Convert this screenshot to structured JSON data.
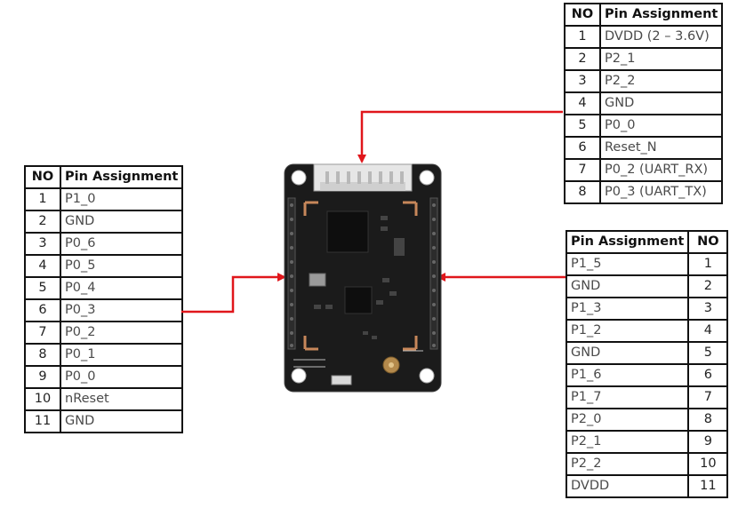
{
  "tables": {
    "left": {
      "headers": [
        "NO",
        "Pin Assignment"
      ],
      "rows": [
        [
          "1",
          "P1_0"
        ],
        [
          "2",
          "GND"
        ],
        [
          "3",
          "P0_6"
        ],
        [
          "4",
          "P0_5"
        ],
        [
          "5",
          "P0_4"
        ],
        [
          "6",
          "P0_3"
        ],
        [
          "7",
          "P0_2"
        ],
        [
          "8",
          "P0_1"
        ],
        [
          "9",
          "P0_0"
        ],
        [
          "10",
          "nReset"
        ],
        [
          "11",
          "GND"
        ]
      ]
    },
    "top": {
      "headers": [
        "NO",
        "Pin Assignment"
      ],
      "rows": [
        [
          "1",
          "DVDD (2 – 3.6V)"
        ],
        [
          "2",
          "P2_1"
        ],
        [
          "3",
          "P2_2"
        ],
        [
          "4",
          "GND"
        ],
        [
          "5",
          "P0_0"
        ],
        [
          "6",
          "Reset_N"
        ],
        [
          "7",
          "P0_2  (UART_RX)"
        ],
        [
          "8",
          "P0_3  (UART_TX)"
        ]
      ]
    },
    "right": {
      "headers": [
        "Pin Assignment",
        "NO"
      ],
      "rows": [
        [
          "P1_5",
          "1"
        ],
        [
          "GND",
          "2"
        ],
        [
          "P1_3",
          "3"
        ],
        [
          "P1_2",
          "4"
        ],
        [
          "GND",
          "5"
        ],
        [
          "P1_6",
          "6"
        ],
        [
          "P1_7",
          "7"
        ],
        [
          "P2_0",
          "8"
        ],
        [
          "P2_1",
          "9"
        ],
        [
          "P2_2",
          "10"
        ],
        [
          "DVDD",
          "11"
        ]
      ]
    }
  },
  "colors": {
    "arrow": "#e0161b",
    "board": "#1b1b1b",
    "pad": "#c7875a",
    "connector": "#e6e6e6"
  }
}
